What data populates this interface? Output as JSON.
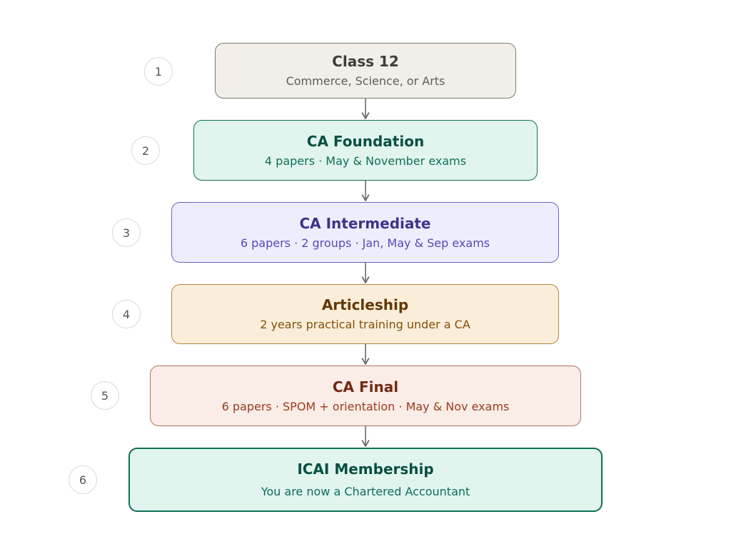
{
  "stages": [
    {
      "number": "1",
      "title": "Class 12",
      "subtitle": "Commerce, Science, or Arts",
      "colors": {
        "fill": "#f1efe8",
        "border": "#7a7a72",
        "title": "#3d3d3a",
        "subtitle": "#5f5e5a"
      }
    },
    {
      "number": "2",
      "title": "CA Foundation",
      "subtitle": "4 papers · May & November exams",
      "colors": {
        "fill": "#e1f5ee",
        "border": "#0f6e56",
        "title": "#085041",
        "subtitle": "#0f6e56"
      }
    },
    {
      "number": "3",
      "title": "CA Intermediate",
      "subtitle": "6 papers · 2 groups · Jan, May & Sep exams",
      "colors": {
        "fill": "#eeedfe",
        "border": "#6a64c6",
        "title": "#3c3489",
        "subtitle": "#534ab7"
      }
    },
    {
      "number": "4",
      "title": "Articleship",
      "subtitle": "2 years practical training under a CA",
      "colors": {
        "fill": "#faeeda",
        "border": "#b5843a",
        "title": "#633806",
        "subtitle": "#854f0b"
      }
    },
    {
      "number": "5",
      "title": "CA Final",
      "subtitle": "6 papers · SPOM + orientation · May & Nov exams",
      "colors": {
        "fill": "#faece7",
        "border": "#b8705a",
        "title": "#712b13",
        "subtitle": "#993c1d"
      }
    },
    {
      "number": "6",
      "title": "ICAI Membership",
      "subtitle": "You are now a Chartered Accountant",
      "colors": {
        "fill": "#e1f5ee",
        "border": "#0f6e56",
        "title": "#085041",
        "subtitle": "#0f6e56"
      }
    }
  ],
  "connector_color": "#6b6b6b"
}
